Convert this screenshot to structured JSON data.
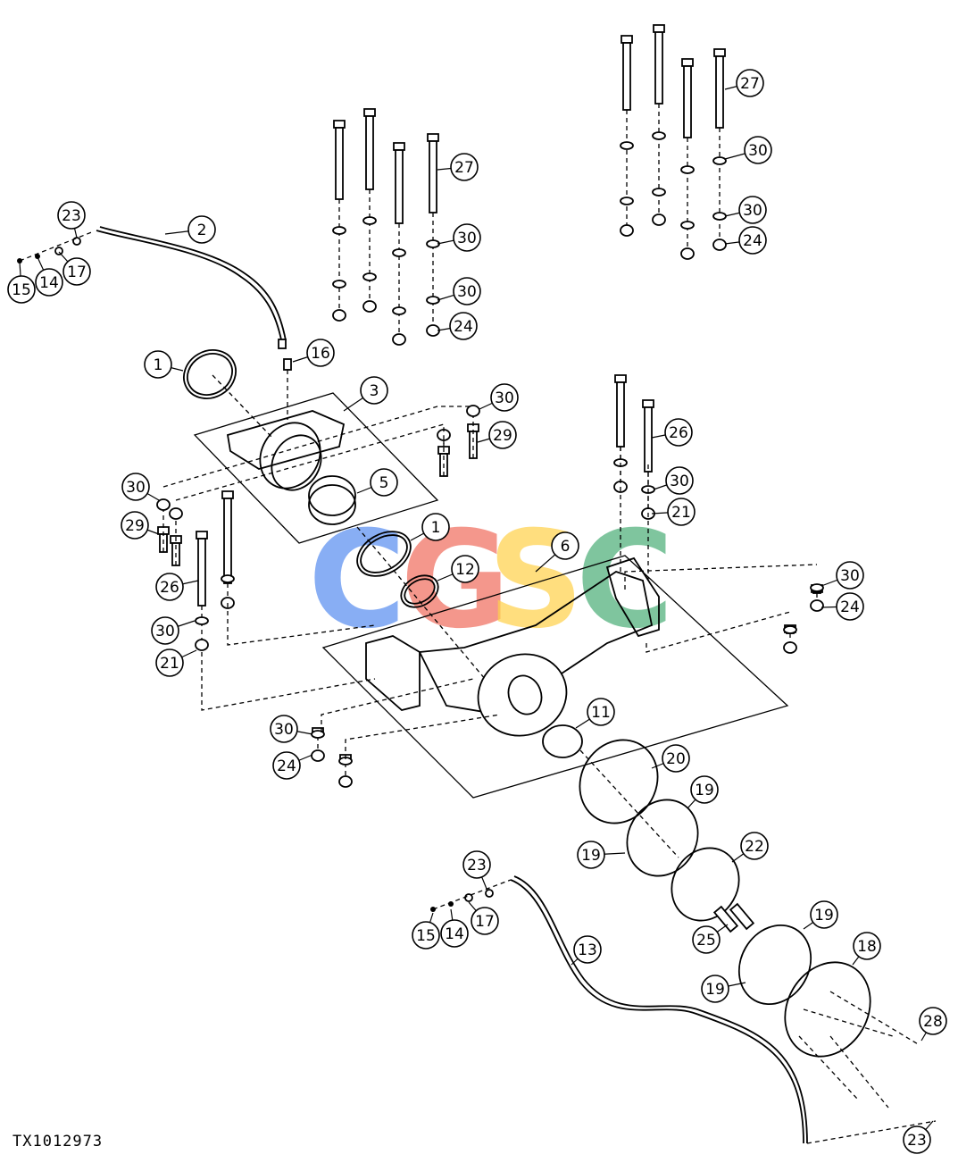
{
  "figure_code": "TX1012973",
  "watermark": {
    "letters": [
      "C",
      "G",
      "S",
      "C"
    ],
    "colors": [
      "#5b8ff0",
      "#f07060",
      "#ffd24d",
      "#4fb07a"
    ]
  },
  "callouts": [
    {
      "id": "c-2",
      "label": "2"
    },
    {
      "id": "c-23a",
      "label": "23"
    },
    {
      "id": "c-17a",
      "label": "17"
    },
    {
      "id": "c-14a",
      "label": "14"
    },
    {
      "id": "c-15a",
      "label": "15"
    },
    {
      "id": "c-16",
      "label": "16"
    },
    {
      "id": "c-1a",
      "label": "1"
    },
    {
      "id": "c-3",
      "label": "3"
    },
    {
      "id": "c-5",
      "label": "5"
    },
    {
      "id": "c-1b",
      "label": "1"
    },
    {
      "id": "c-12",
      "label": "12"
    },
    {
      "id": "c-6",
      "label": "6"
    },
    {
      "id": "c-11",
      "label": "11"
    },
    {
      "id": "c-27a",
      "label": "27"
    },
    {
      "id": "c-30a",
      "label": "30"
    },
    {
      "id": "c-30b",
      "label": "30"
    },
    {
      "id": "c-24a",
      "label": "24"
    },
    {
      "id": "c-27b",
      "label": "27"
    },
    {
      "id": "c-30c",
      "label": "30"
    },
    {
      "id": "c-30d",
      "label": "30"
    },
    {
      "id": "c-24b",
      "label": "24"
    },
    {
      "id": "c-30e",
      "label": "30"
    },
    {
      "id": "c-29a",
      "label": "29"
    },
    {
      "id": "c-30f",
      "label": "30"
    },
    {
      "id": "c-29b",
      "label": "29"
    },
    {
      "id": "c-26a",
      "label": "26"
    },
    {
      "id": "c-30g",
      "label": "30"
    },
    {
      "id": "c-21a",
      "label": "21"
    },
    {
      "id": "c-26b",
      "label": "26"
    },
    {
      "id": "c-30h",
      "label": "30"
    },
    {
      "id": "c-21b",
      "label": "21"
    },
    {
      "id": "c-30i",
      "label": "30"
    },
    {
      "id": "c-24c",
      "label": "24"
    },
    {
      "id": "c-30j",
      "label": "30"
    },
    {
      "id": "c-24d",
      "label": "24"
    },
    {
      "id": "c-20",
      "label": "20"
    },
    {
      "id": "c-19a",
      "label": "19"
    },
    {
      "id": "c-19b",
      "label": "19"
    },
    {
      "id": "c-22",
      "label": "22"
    },
    {
      "id": "c-25",
      "label": "25"
    },
    {
      "id": "c-19c",
      "label": "19"
    },
    {
      "id": "c-19d",
      "label": "19"
    },
    {
      "id": "c-18",
      "label": "18"
    },
    {
      "id": "c-28",
      "label": "28"
    },
    {
      "id": "c-23b",
      "label": "23"
    },
    {
      "id": "c-17b",
      "label": "17"
    },
    {
      "id": "c-14b",
      "label": "14"
    },
    {
      "id": "c-15b",
      "label": "15"
    },
    {
      "id": "c-13",
      "label": "13"
    },
    {
      "id": "c-23c",
      "label": "23"
    }
  ]
}
